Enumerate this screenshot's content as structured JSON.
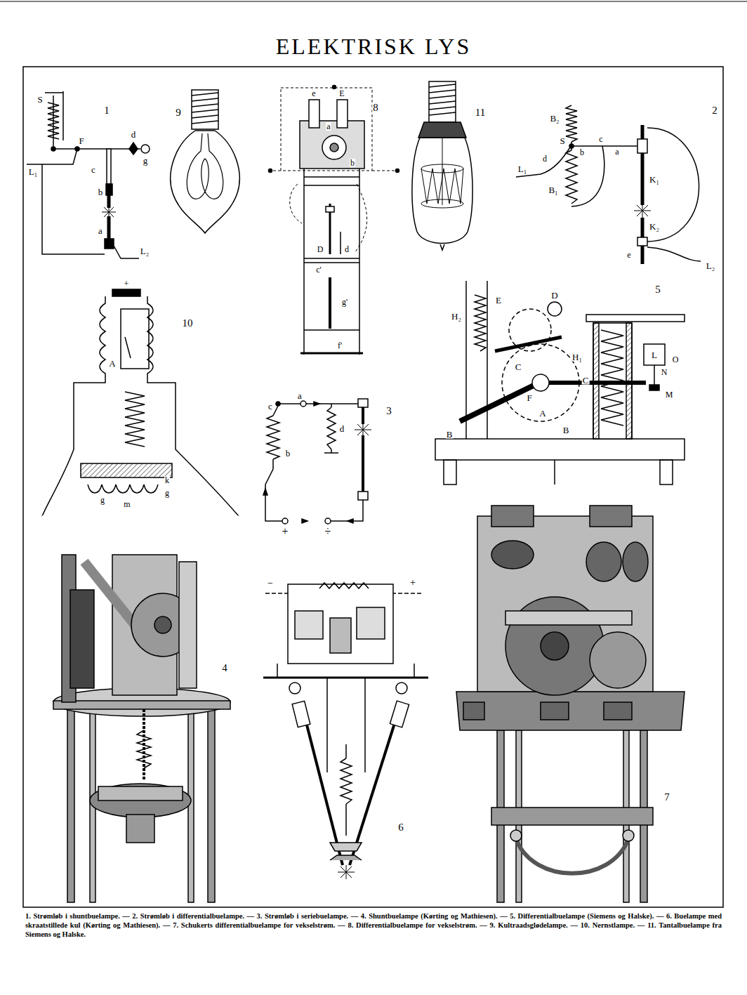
{
  "diagram": {
    "title": "ELEKTRISK LYS",
    "caption": "1. Strømløb i shuntbuelampe. — 2. Strømløb i differentialbuelampe. — 3. Strømløb i seriebuelampe. — 4. Shuntbuelampe (Kørting og Mathiesen). — 5. Differentialbuelampe (Siemens og Halske). — 6. Buelampe med skraatstillede kul (Kørting og Mathiesen). — 7. Schukerts differentialbuelampe for vekselstrøm. — 8. Differentialbuelampe for vekselstrøm. — 9. Kultraadsglødelampe. — 10. Nernstlampe. — 11. Tantalbuelampe fra Siemens og Halske.",
    "labels": [
      "1",
      "S",
      "F",
      "d",
      "g",
      "L₁",
      "c",
      "b",
      "a",
      "L₂",
      "9",
      "8",
      "e",
      "E",
      "a",
      "b",
      "D",
      "d",
      "c'",
      "g'",
      "f'",
      "11",
      "2",
      "B₂",
      "S",
      "b",
      "c",
      "a",
      "d",
      "L₁",
      "B₁",
      "K₁",
      "K₂",
      "e",
      "L₂",
      "5",
      "H₂",
      "E",
      "D",
      "L",
      "O",
      "N",
      "M",
      "H₁",
      "C",
      "C",
      "F",
      "A",
      "B",
      "B",
      "10",
      "+",
      "A",
      "g",
      "k",
      "m",
      "g",
      "3",
      "c",
      "a",
      "b",
      "d",
      "+",
      "÷",
      "4",
      "−",
      "+",
      "6",
      "7"
    ]
  }
}
